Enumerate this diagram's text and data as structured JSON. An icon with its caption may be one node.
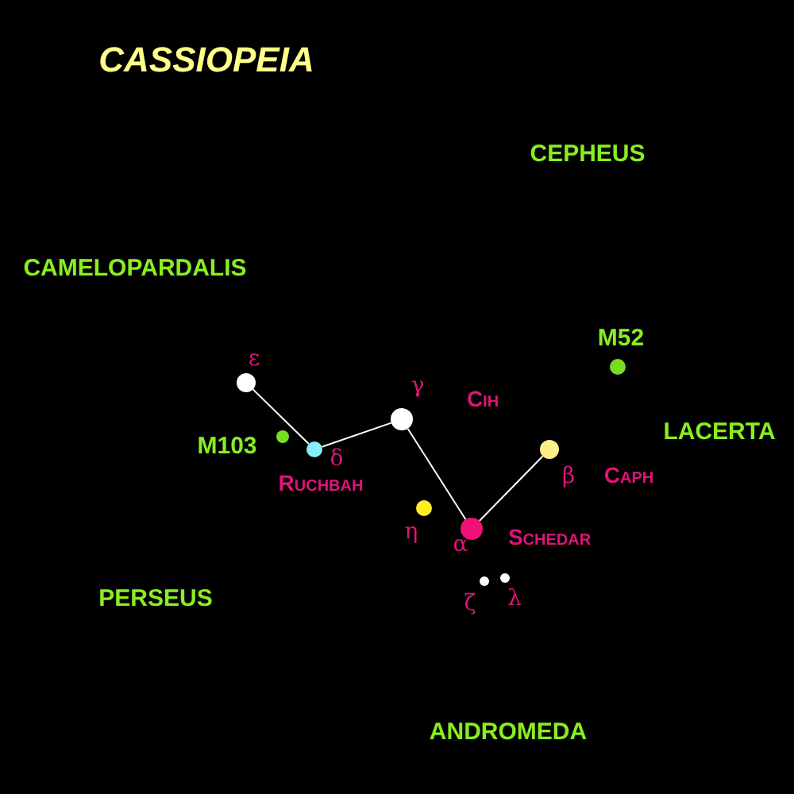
{
  "diagram": {
    "title": "CASSIOPEIA",
    "nodes": [
      {
        "text": [],
        "shape": "circle",
        "beside": [
          "ε"
        ]
      },
      {
        "text": [],
        "shape": "circle",
        "beside": [
          "M103"
        ]
      },
      {
        "text": [],
        "shape": "circle",
        "beside": [
          "δ",
          "Ruchbah"
        ]
      },
      {
        "text": [],
        "shape": "circle",
        "beside": [
          "γ",
          "Cih"
        ]
      },
      {
        "text": [],
        "shape": "circle",
        "beside": [
          "η"
        ]
      },
      {
        "text": [],
        "shape": "circle",
        "beside": [
          "α",
          "Schedar"
        ]
      },
      {
        "text": [],
        "shape": "circle",
        "beside": [
          "ζ"
        ]
      },
      {
        "text": [],
        "shape": "circle",
        "beside": [
          "λ"
        ]
      },
      {
        "text": [],
        "shape": "circle",
        "beside": [
          "β",
          "Caph"
        ]
      },
      {
        "text": [],
        "shape": "circle",
        "beside": [
          "M52"
        ]
      }
    ],
    "edges": [
      {
        "from": 0,
        "to": 2,
        "arrow": "none"
      },
      {
        "from": 2,
        "to": 3,
        "arrow": "none"
      },
      {
        "from": 3,
        "to": 5,
        "arrow": "none"
      },
      {
        "from": 5,
        "to": 8,
        "arrow": "none"
      }
    ],
    "labels": [
      "CEPHEUS",
      "CAMELOPARDALIS",
      "LACERTA",
      "PERSEUS",
      "ANDROMEDA"
    ]
  }
}
